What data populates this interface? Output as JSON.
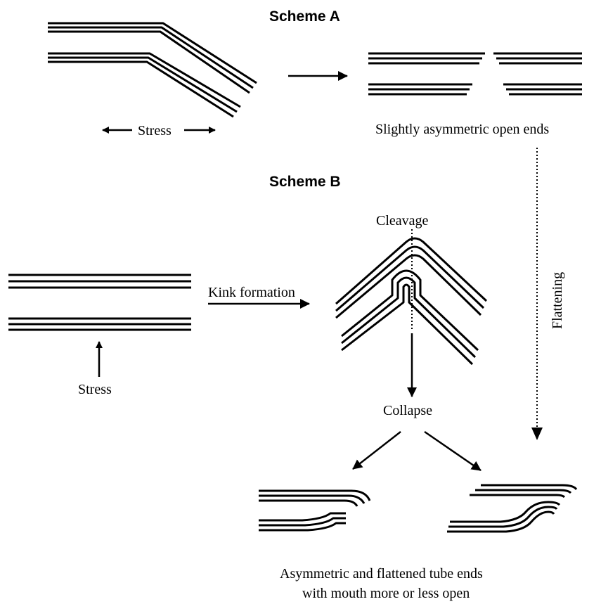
{
  "scheme_a": {
    "title": "Scheme A",
    "stress_label": "Stress",
    "result_label": "Slightly asymmetric open ends"
  },
  "scheme_b": {
    "title": "Scheme B",
    "stress_label": "Stress",
    "kink_label": "Kink formation",
    "cleavage_label": "Cleavage",
    "collapse_label": "Collapse",
    "result_line1": "Asymmetric and flattened tube ends",
    "result_line2": "with mouth more or less open"
  },
  "flattening_label": "Flattening"
}
